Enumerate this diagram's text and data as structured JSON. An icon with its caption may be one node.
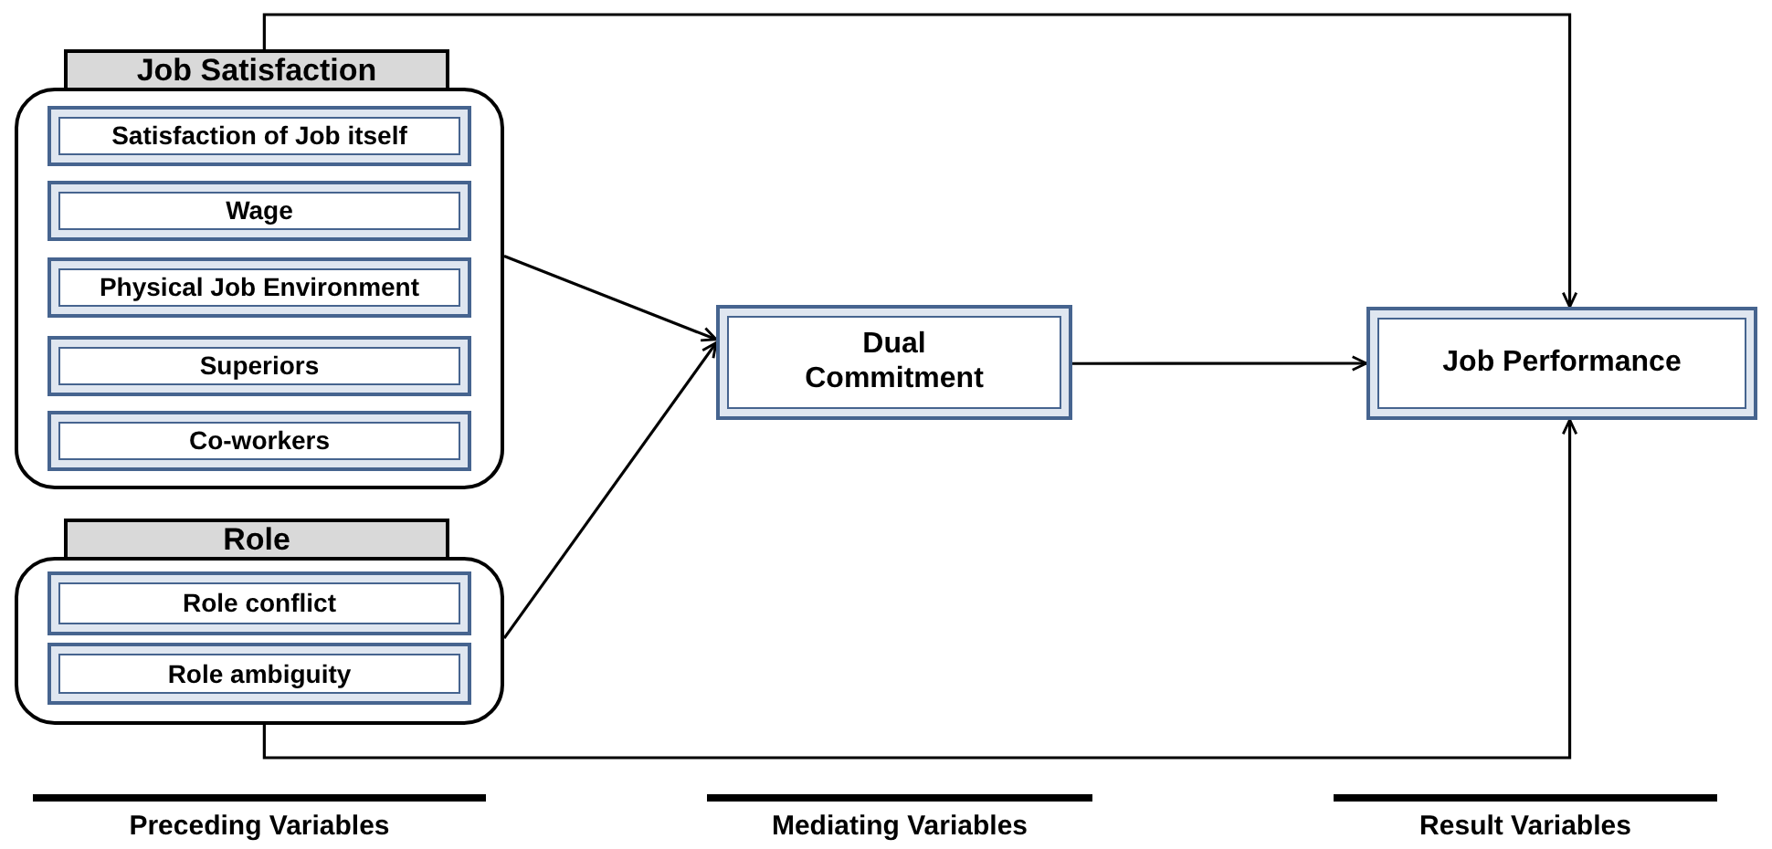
{
  "diagram": {
    "nodes": [
      {
        "text": [
          "Job Satisfaction"
        ]
      },
      {
        "text": [
          "Satisfaction of Job itself"
        ],
        "in": 0
      },
      {
        "text": [
          "Wage"
        ],
        "in": 0
      },
      {
        "text": [
          "Physical Job Environment"
        ],
        "in": 0
      },
      {
        "text": [
          "Superiors"
        ],
        "in": 0
      },
      {
        "text": [
          "Co-workers"
        ],
        "in": 0
      },
      {
        "text": [
          "Role"
        ]
      },
      {
        "text": [
          "Role conflict"
        ],
        "in": 6
      },
      {
        "text": [
          "Role ambiguity"
        ],
        "in": 6
      },
      {
        "text": [
          "Dual Commitment"
        ]
      },
      {
        "text": [
          "Job Performance"
        ]
      }
    ],
    "edges": [
      {
        "from": 0,
        "to": 9,
        "arrow": "to"
      },
      {
        "from": 6,
        "to": 9,
        "arrow": "to"
      },
      {
        "from": 9,
        "to": 10,
        "arrow": "to"
      },
      {
        "from": 0,
        "to": 10,
        "arrow": "to"
      },
      {
        "from": 6,
        "to": 10,
        "arrow": "to"
      }
    ],
    "labels": [
      "Preceding Variables",
      "Mediating Variables",
      "Result Variables"
    ]
  }
}
